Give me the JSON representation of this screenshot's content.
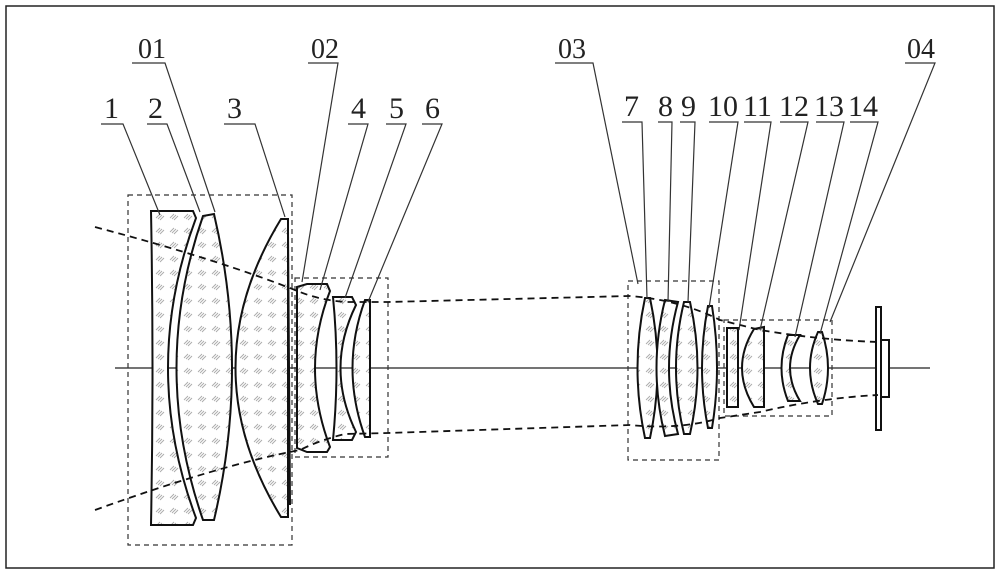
{
  "figure": {
    "group_labels": [
      "01",
      "02",
      "03",
      "04"
    ],
    "lens_labels": [
      "1",
      "2",
      "3",
      "4",
      "5",
      "6",
      "7",
      "8",
      "9",
      "10",
      "11",
      "12",
      "13",
      "14"
    ]
  }
}
